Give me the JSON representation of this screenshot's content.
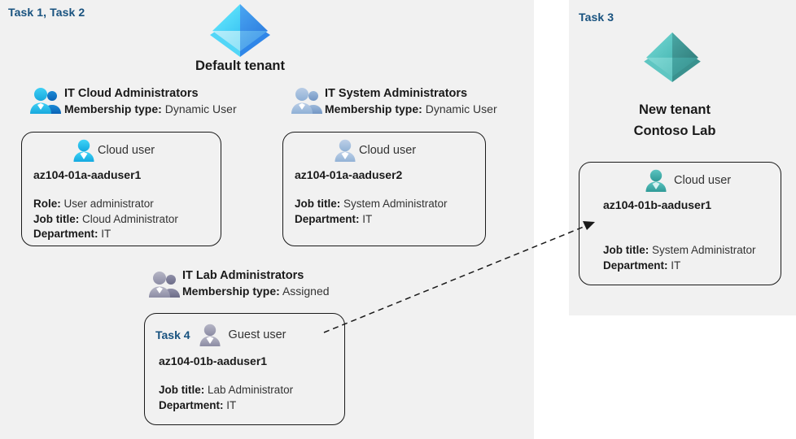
{
  "colors": {
    "panel_bg": "#f1f1f1",
    "page_bg": "#ffffff",
    "task_label": "#18527f",
    "card_border": "#1a1a1a",
    "tenant_blue_light": "#50e6ff",
    "tenant_blue_dark": "#3a8df0",
    "tenant_teal_light": "#62cfcb",
    "tenant_teal_dark": "#3f9e9b",
    "user_blue": "#1fb8e8",
    "user_grey": "#9a9ab0",
    "user_teal": "#3aa9a6",
    "text": "#1a1a1a"
  },
  "left_panel": {
    "task_label": "Task 1, Task 2",
    "tenant": {
      "icon": "azure-ad-tenant-icon",
      "name": "Default tenant"
    },
    "groups": [
      {
        "icon": "group-users-icon",
        "title": "IT Cloud Administrators",
        "membership_label": "Membership type:",
        "membership_value": "Dynamic User",
        "card": {
          "user_icon": "cloud-user-icon",
          "user_type": "Cloud user",
          "name": "az104-01a-aaduser1",
          "attrs": [
            {
              "label": "Role:",
              "value": "User administrator"
            },
            {
              "label": "Job title:",
              "value": "Cloud Administrator"
            },
            {
              "label": "Department:",
              "value": "IT"
            }
          ]
        }
      },
      {
        "icon": "group-users-icon",
        "title": "IT System Administrators",
        "membership_label": "Membership type:",
        "membership_value": "Dynamic User",
        "card": {
          "user_icon": "cloud-user-icon",
          "user_type": "Cloud user",
          "name": "az104-01a-aaduser2",
          "attrs": [
            {
              "label": "Job title:",
              "value": "System Administrator"
            },
            {
              "label": "Department:",
              "value": "IT"
            }
          ]
        }
      },
      {
        "icon": "group-users-icon",
        "title": "IT Lab Administrators",
        "membership_label": "Membership type:",
        "membership_value": "Assigned",
        "card": {
          "task_label": "Task 4",
          "user_icon": "guest-user-icon",
          "user_type": "Guest user",
          "name": "az104-01b-aaduser1",
          "attrs": [
            {
              "label": "Job title:",
              "value": "Lab Administrator"
            },
            {
              "label": "Department:",
              "value": "IT"
            }
          ]
        }
      }
    ]
  },
  "right_panel": {
    "task_label": "Task 3",
    "tenant": {
      "icon": "azure-ad-tenant-icon",
      "name_line1": "New  tenant",
      "name_line2": "Contoso Lab"
    },
    "card": {
      "user_icon": "cloud-user-icon",
      "user_type": "Cloud user",
      "name": "az104-01b-aaduser1",
      "attrs": [
        {
          "label": "Job title:",
          "value": "System Administrator"
        },
        {
          "label": "Department:",
          "value": "IT"
        }
      ]
    }
  },
  "connector": {
    "name": "dashed-arrow-guest-to-new-tenant"
  }
}
